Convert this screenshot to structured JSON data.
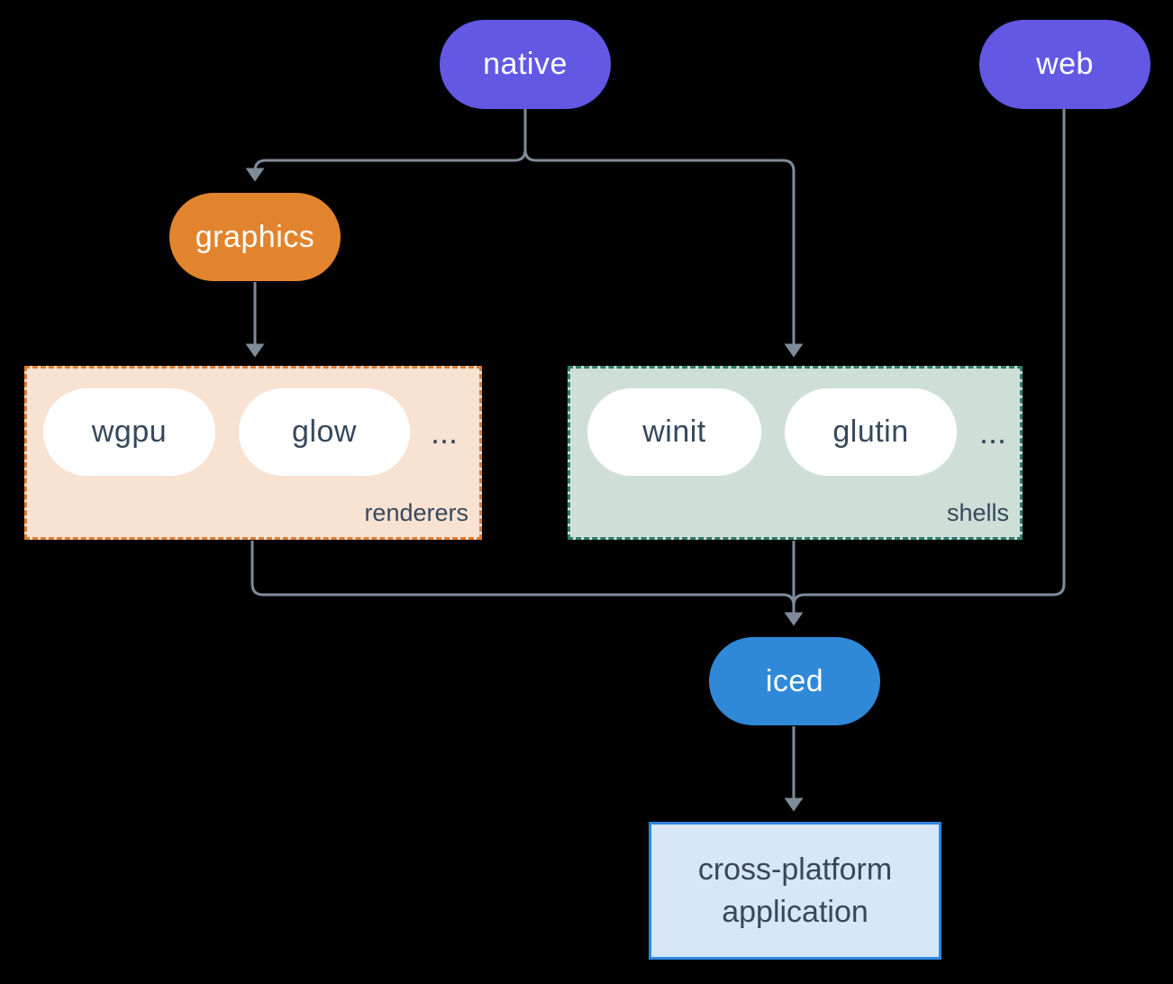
{
  "diagram": {
    "nodes": {
      "native": {
        "label": "native",
        "color": "#6358E4"
      },
      "web": {
        "label": "web",
        "color": "#6358E4"
      },
      "graphics": {
        "label": "graphics",
        "color": "#E2842D"
      },
      "iced": {
        "label": "iced",
        "color": "#2F89D8"
      },
      "application": {
        "label_line1": "cross-platform",
        "label_line2": "application",
        "bg": "#D6E7F8",
        "border": "#2E86DE"
      }
    },
    "groups": {
      "renderers": {
        "label": "renderers",
        "ellipsis": "...",
        "bg": "#F8E2D2",
        "border": "#DF7F35",
        "items": [
          {
            "label": "wgpu"
          },
          {
            "label": "glow"
          }
        ]
      },
      "shells": {
        "label": "shells",
        "ellipsis": "...",
        "bg": "#CFDFD8",
        "border": "#2F7D6C",
        "items": [
          {
            "label": "winit"
          },
          {
            "label": "glutin"
          }
        ]
      }
    },
    "edges": [
      {
        "from": "native",
        "to": "graphics"
      },
      {
        "from": "native",
        "to": "shells"
      },
      {
        "from": "graphics",
        "to": "renderers"
      },
      {
        "from": "renderers",
        "to": "iced"
      },
      {
        "from": "shells",
        "to": "iced"
      },
      {
        "from": "web",
        "to": "iced"
      },
      {
        "from": "iced",
        "to": "application"
      }
    ],
    "colors": {
      "background": "#000000",
      "connector": "#7E8C9A",
      "pill_text_light": "#FFFFFF",
      "pill_text_dark": "#36485C"
    }
  }
}
